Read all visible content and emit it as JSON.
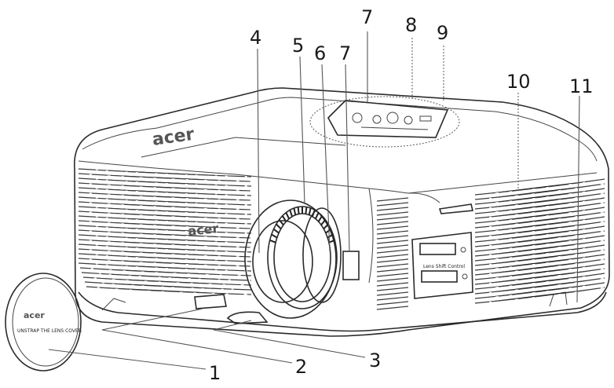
{
  "diagram": {
    "callouts": [
      {
        "id": "c1",
        "label": "1"
      },
      {
        "id": "c2",
        "label": "2"
      },
      {
        "id": "c3",
        "label": "3"
      },
      {
        "id": "c4",
        "label": "4"
      },
      {
        "id": "c5",
        "label": "5"
      },
      {
        "id": "c6",
        "label": "6"
      },
      {
        "id": "c7a",
        "label": "7"
      },
      {
        "id": "c7b",
        "label": "7"
      },
      {
        "id": "c8",
        "label": "8"
      },
      {
        "id": "c9",
        "label": "9"
      },
      {
        "id": "c10",
        "label": "10"
      },
      {
        "id": "c11",
        "label": "11"
      }
    ],
    "body_logo": "acer",
    "top_logo": "acer",
    "cap_logo": "acer",
    "lens_shift_label": "Lens Shift Control",
    "cap_text": "UNSTRAP THE LENS COVER",
    "colors": {
      "line": "#2a2a2a",
      "body": "#ffffff"
    }
  }
}
